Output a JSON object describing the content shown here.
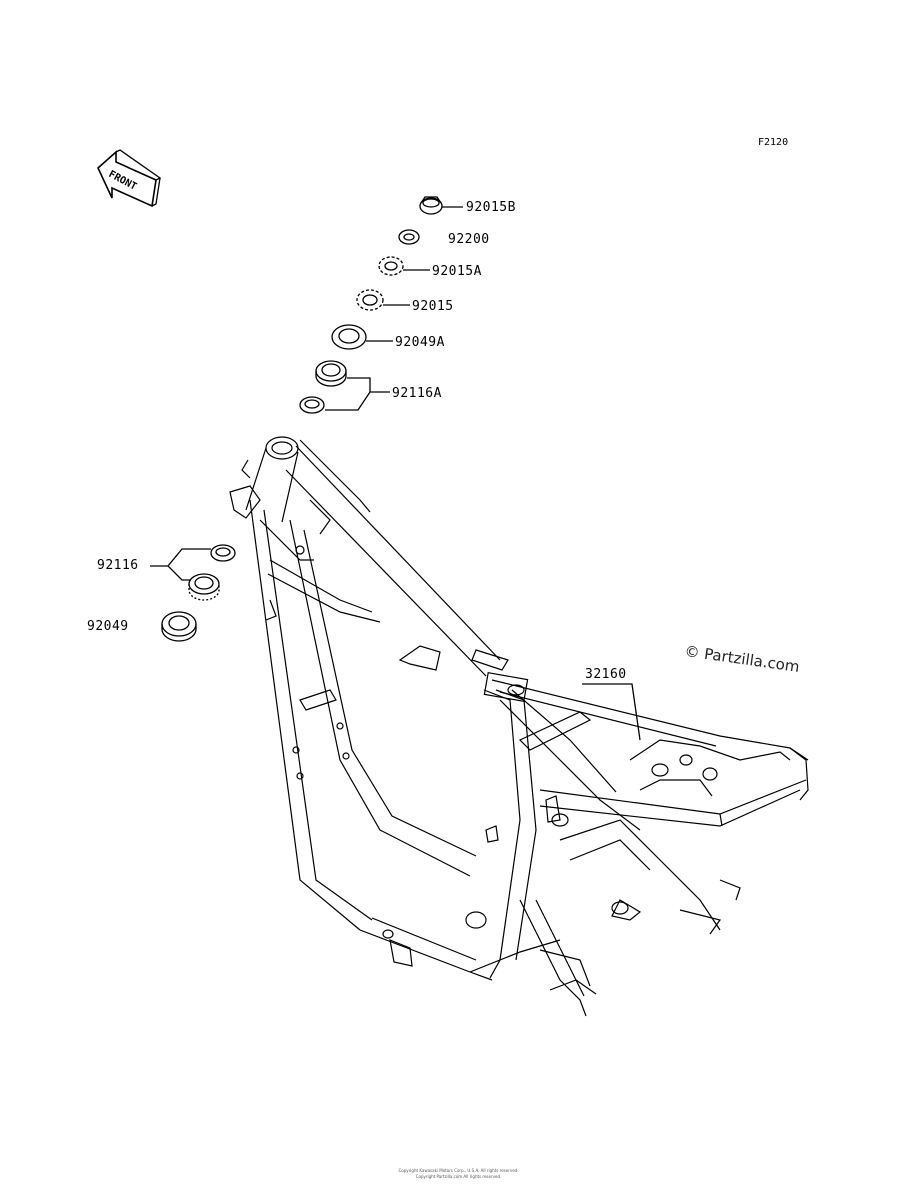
{
  "figure_code": "F2120",
  "front_arrow_text": "FRONT",
  "watermark": "© Partzilla.com",
  "parts": {
    "p92015B": "92015B",
    "p92200": "92200",
    "p92015A": "92015A",
    "p92015": "92015",
    "p92049A": "92049A",
    "p92116A": "92116A",
    "p92116": "92116",
    "p92049": "92049",
    "p32160": "32160"
  },
  "copyright_lines": [
    "Copyright Kawasaki Motors Corp., U.S.A. All rights reserved.",
    "Copyright Partzilla.com All rights reserved."
  ]
}
